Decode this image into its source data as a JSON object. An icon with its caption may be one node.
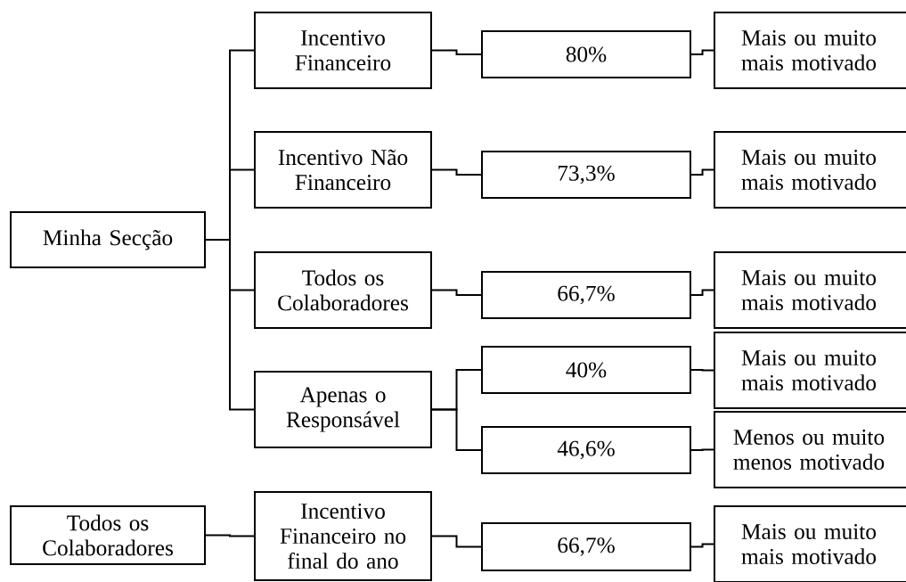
{
  "diagram": {
    "nodes": [
      {
        "text": [
          "Minha Secção"
        ]
      },
      {
        "text": [
          "Incentivo Financeiro"
        ]
      },
      {
        "text": [
          "Incentivo Não Financeiro"
        ]
      },
      {
        "text": [
          "Todos os Colaboradores"
        ]
      },
      {
        "text": [
          "Apenas o Responsável"
        ]
      },
      {
        "text": [
          "80%"
        ]
      },
      {
        "text": [
          "73,3%"
        ]
      },
      {
        "text": [
          "66,7%"
        ]
      },
      {
        "text": [
          "40%"
        ]
      },
      {
        "text": [
          "46,6%"
        ]
      },
      {
        "text": [
          "Mais ou muito mais motivado"
        ]
      },
      {
        "text": [
          "Mais ou muito mais motivado"
        ]
      },
      {
        "text": [
          "Mais ou muito mais motivado"
        ]
      },
      {
        "text": [
          "Mais ou muito mais motivado"
        ]
      },
      {
        "text": [
          "Menos ou muito menos motivado"
        ]
      },
      {
        "text": [
          "Todos os Colaboradores"
        ]
      },
      {
        "text": [
          "Incentivo Financeiro no final do ano"
        ]
      },
      {
        "text": [
          "66,7%"
        ]
      },
      {
        "text": [
          "Mais ou muito mais motivado"
        ]
      }
    ],
    "edges": [
      {
        "from": 0,
        "to": 1,
        "arrow": "none"
      },
      {
        "from": 0,
        "to": 2,
        "arrow": "none"
      },
      {
        "from": 0,
        "to": 3,
        "arrow": "none"
      },
      {
        "from": 0,
        "to": 4,
        "arrow": "none"
      },
      {
        "from": 1,
        "to": 5,
        "arrow": "none"
      },
      {
        "from": 2,
        "to": 6,
        "arrow": "none"
      },
      {
        "from": 3,
        "to": 7,
        "arrow": "none"
      },
      {
        "from": 4,
        "to": 8,
        "arrow": "none"
      },
      {
        "from": 4,
        "to": 9,
        "arrow": "none"
      },
      {
        "from": 5,
        "to": 10,
        "arrow": "none"
      },
      {
        "from": 6,
        "to": 11,
        "arrow": "none"
      },
      {
        "from": 7,
        "to": 12,
        "arrow": "none"
      },
      {
        "from": 8,
        "to": 13,
        "arrow": "none"
      },
      {
        "from": 9,
        "to": 14,
        "arrow": "none"
      },
      {
        "from": 15,
        "to": 16,
        "arrow": "none"
      },
      {
        "from": 16,
        "to": 17,
        "arrow": "none"
      },
      {
        "from": 17,
        "to": 18,
        "arrow": "none"
      }
    ]
  }
}
